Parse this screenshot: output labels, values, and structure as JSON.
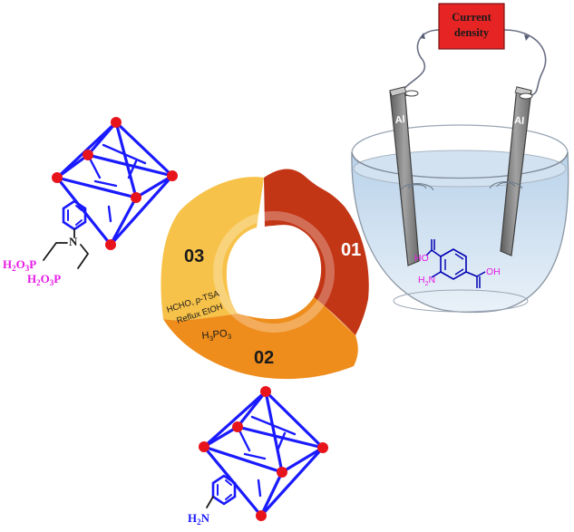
{
  "power_box": {
    "label_line1": "Current",
    "label_line2": "density"
  },
  "electrodes": {
    "left_label": "Al",
    "right_label": "Al"
  },
  "linker_molecule": {
    "acid_top": "HO",
    "acid_right": "OH",
    "amine": "H",
    "amine_sub": "2",
    "amine_n": "N"
  },
  "cycle": {
    "step1": "01",
    "step2": "02",
    "step3": "03",
    "reagent_h3po3": {
      "a": "H",
      "b": "3",
      "c": "PO",
      "d": "3"
    },
    "reagent_line1_a": "HCHO, ",
    "reagent_line1_b": "p",
    "reagent_line1_c": "-TSA",
    "reagent_line2": "Reflux EtOH"
  },
  "mof_top": {
    "n_label": "N",
    "phos1": {
      "a": "H",
      "b": "2",
      "c": "O",
      "d": "3",
      "e": "P"
    },
    "phos2": {
      "a": "H",
      "b": "2",
      "c": "O",
      "d": "3",
      "e": "P"
    }
  },
  "mof_bottom": {
    "amine_a": "H",
    "amine_b": "2",
    "amine_c": "N"
  },
  "colors": {
    "cage_blue": "#1a1aff",
    "node_red": "#e8141c",
    "label_magenta": "#e619e6",
    "step1": "#c23616",
    "step2": "#ee8d1c",
    "step3": "#f7c249",
    "power_box": "#e62424"
  }
}
